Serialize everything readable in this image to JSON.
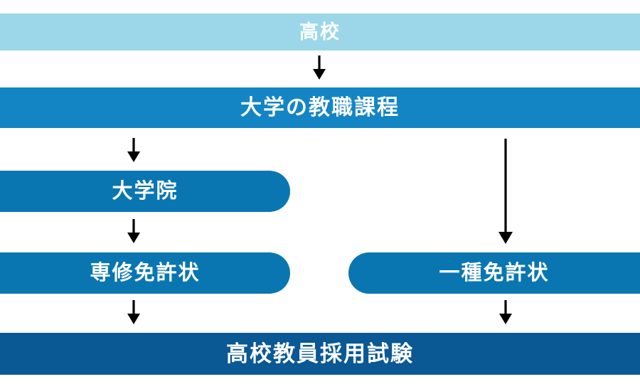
{
  "diagram": {
    "nodes": {
      "highschool": "高校",
      "university_teaching_course": "大学の教職課程",
      "graduate_school": "大学院",
      "advanced_certificate": "専修免許状",
      "type1_certificate": "一種免許状",
      "employment_exam": "高校教員採用試験"
    },
    "flow": [
      "高校 → 大学の教職課程",
      "大学の教職課程 → 大学院",
      "大学院 → 専修免許状",
      "専修免許状 → 高校教員採用試験",
      "大学の教職課程 → 一種免許状",
      "一種免許状 → 高校教員採用試験"
    ],
    "colors": {
      "highschool_band": "#9bd7e9",
      "university_band": "#1385c5",
      "license_boxes": "#0976b2",
      "exam_band": "#0a5894",
      "arrow": "#000000",
      "text": "#ffffff",
      "background": "#ffffff"
    }
  }
}
